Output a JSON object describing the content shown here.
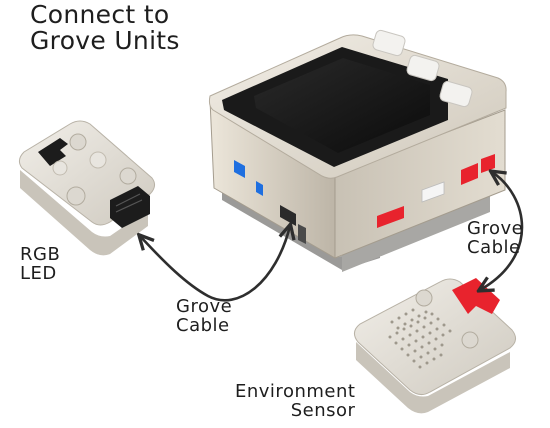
{
  "title": {
    "line1": "Connect to",
    "line2": "Grove Units"
  },
  "labels": {
    "rgb_led": {
      "line1": "RGB",
      "line2": "LED"
    },
    "grove_cable_left": {
      "line1": "Grove",
      "line2": "Cable"
    },
    "grove_cable_right": {
      "line1": "Grove",
      "line2": "Cable"
    },
    "environment_sensor": {
      "line1": "Environment",
      "line2": "Sensor"
    }
  },
  "colors": {
    "grove_port_red": "#e8232d",
    "device_body": "#d8d2c6",
    "screen": "#111111",
    "accent_blue": "#1e6fe0"
  }
}
